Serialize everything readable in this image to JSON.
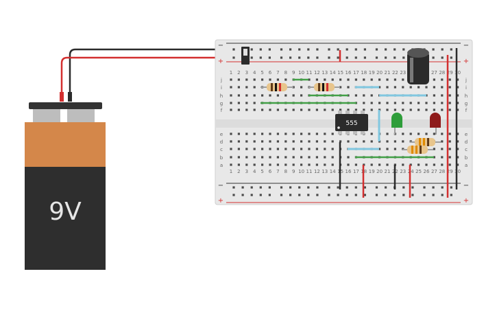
{
  "battery": {
    "label": "9V"
  },
  "chip": {
    "label": "555"
  },
  "breadboard": {
    "rail_minus": "−",
    "rail_plus": "+",
    "row_labels_top": [
      "j",
      "i",
      "h",
      "g",
      "f"
    ],
    "row_labels_bottom": [
      "e",
      "d",
      "c",
      "b",
      "a"
    ],
    "column_numbers": [
      "1",
      "2",
      "3",
      "4",
      "5",
      "6",
      "7",
      "8",
      "9",
      "10",
      "11",
      "12",
      "13",
      "14",
      "15",
      "16",
      "17",
      "18",
      "19",
      "20",
      "21",
      "22",
      "23",
      "24",
      "25",
      "26",
      "27",
      "28",
      "29",
      "30"
    ]
  },
  "colors": {
    "board": "#e8e8e8",
    "hole": "#4a4a4a",
    "power_rail": "#d32f2f",
    "ground_rail": "#333333",
    "wire_red": "#d32f2f",
    "wire_black": "#2b2b2b",
    "wire_green": "#43a047",
    "wire_blue": "#81c7e0",
    "battery_top": "#d4874a",
    "battery_body": "#2e2e2e",
    "led_green": "#2e9d3a",
    "led_red": "#8e1b1b"
  }
}
